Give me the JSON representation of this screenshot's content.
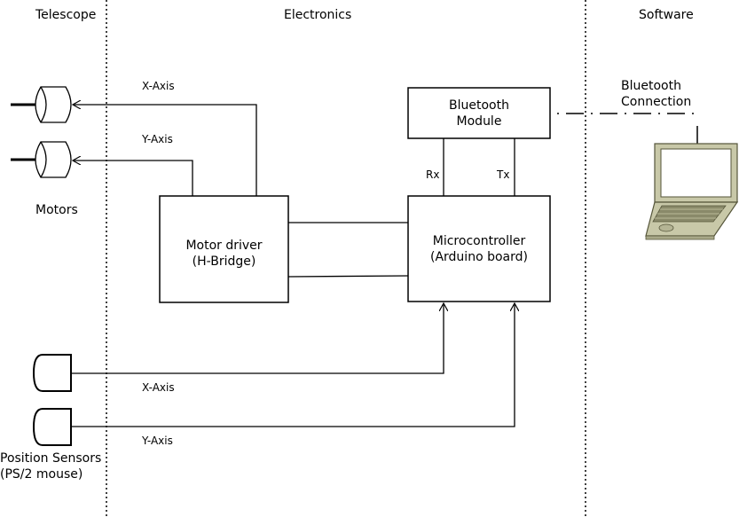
{
  "columns": {
    "telescope": "Telescope",
    "electronics": "Electronics",
    "software": "Software"
  },
  "boxes": {
    "motor_driver": {
      "line1": "Motor driver",
      "line2": "(H-Bridge)"
    },
    "microcontroller": {
      "line1": "Microcontroller",
      "line2": "(Arduino board)"
    },
    "bluetooth_module": {
      "line1": "Bluetooth",
      "line2": "Module"
    }
  },
  "labels": {
    "motors": "Motors",
    "position_sensors_1": "Position Sensors",
    "position_sensors_2": "(PS/2 mouse)",
    "motor_x_axis": "X-Axis",
    "motor_y_axis": "Y-Axis",
    "sensor_x_axis": "X-Axis",
    "sensor_y_axis": "Y-Axis",
    "rx": "Rx",
    "tx": "Tx",
    "bluetooth_connection_1": "Bluetooth",
    "bluetooth_connection_2": "Connection"
  },
  "colors": {
    "line": "#000000",
    "laptop_fill": "#c8c8a8",
    "laptop_dark": "#8a8a6a"
  }
}
